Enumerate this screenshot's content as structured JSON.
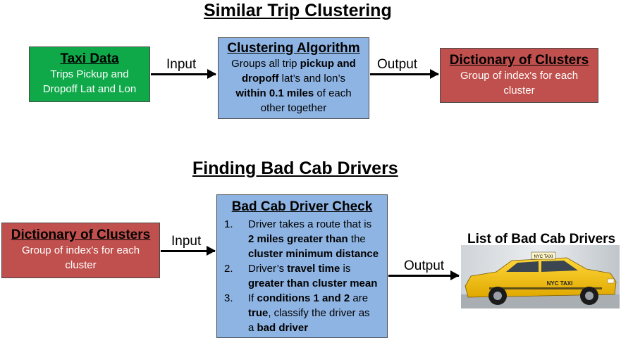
{
  "section1": {
    "heading": "Similar Trip Clustering",
    "taxi_data": {
      "title": "Taxi Data",
      "lines": [
        "Trips Pickup and",
        "Dropoff Lat and Lon"
      ]
    },
    "clustering": {
      "title": "Clustering Algorithm",
      "line1_a": "Groups all trip ",
      "line1_b": "pickup and",
      "line2_a": "dropoff",
      "line2_b": " lat’s and lon’s",
      "line3_a": "within 0.1 miles",
      "line3_b": " of each",
      "line4": "other together"
    },
    "dictionary": {
      "title": "Dictionary of Clusters",
      "lines": [
        "Group of index's for each",
        "cluster"
      ]
    },
    "input_label": "Input",
    "output_label": "Output"
  },
  "section2": {
    "heading": "Finding Bad Cab Drivers",
    "dictionary": {
      "title": "Dictionary of Clusters",
      "lines": [
        "Group of index's for each",
        "cluster"
      ]
    },
    "check": {
      "title": "Bad Cab Driver Check",
      "items": [
        {
          "num": "1.",
          "l1": "Driver takes a route that is",
          "l2a": "2 miles greater than",
          "l2b": " the",
          "l3": "cluster minimum distance"
        },
        {
          "num": "2.",
          "l1a": "Driver’s ",
          "l1b": "travel time",
          "l1c": " is",
          "l2": "greater than cluster mean"
        },
        {
          "num": "3.",
          "l1a": "If ",
          "l1b": "conditions 1 and 2",
          "l1c": " are",
          "l2a": "true",
          "l2b": ", classify the driver as",
          "l3a": "a ",
          "l3b": "bad driver"
        }
      ]
    },
    "input_label": "Input",
    "output_label": "Output",
    "result_label": "List of Bad Cab Drivers",
    "taxi_roof_sign": "NYC TAXI",
    "taxi_door_text": "NYC TAXI"
  },
  "colors": {
    "green": "#10a94a",
    "red": "#c0504d",
    "blue": "#8eb4e3",
    "taxi_yellow": "#f5c400"
  }
}
